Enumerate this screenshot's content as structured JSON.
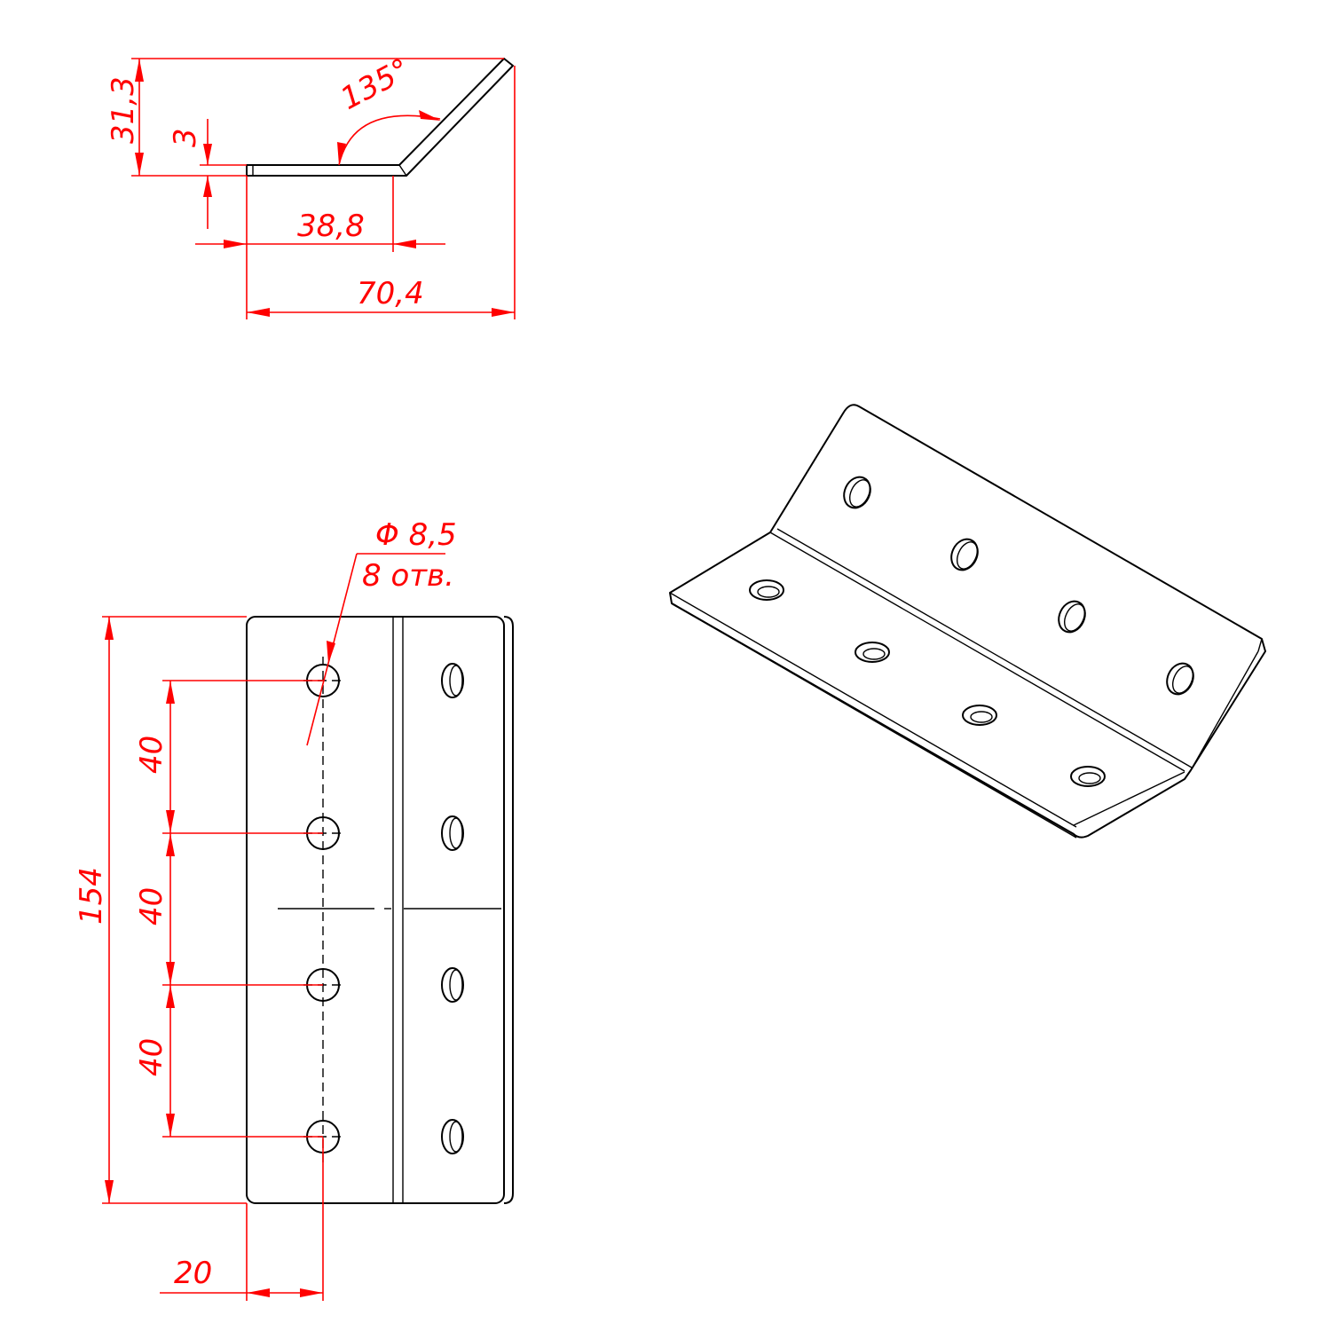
{
  "side_view": {
    "height_label": "31,3",
    "thickness_label": "3",
    "flat_length_label": "38,8",
    "overall_width_label": "70,4",
    "angle_label": "135°"
  },
  "front_view": {
    "overall_length_label": "154",
    "pitch_labels": [
      "40",
      "40",
      "40"
    ],
    "edge_offset_label": "20",
    "hole_diameter_label": "Φ 8,5",
    "hole_count_label": "8 отв.",
    "hole_count": 8
  },
  "colors": {
    "dimension": "#ff0000",
    "outline": "#000000",
    "background": "#ffffff"
  }
}
